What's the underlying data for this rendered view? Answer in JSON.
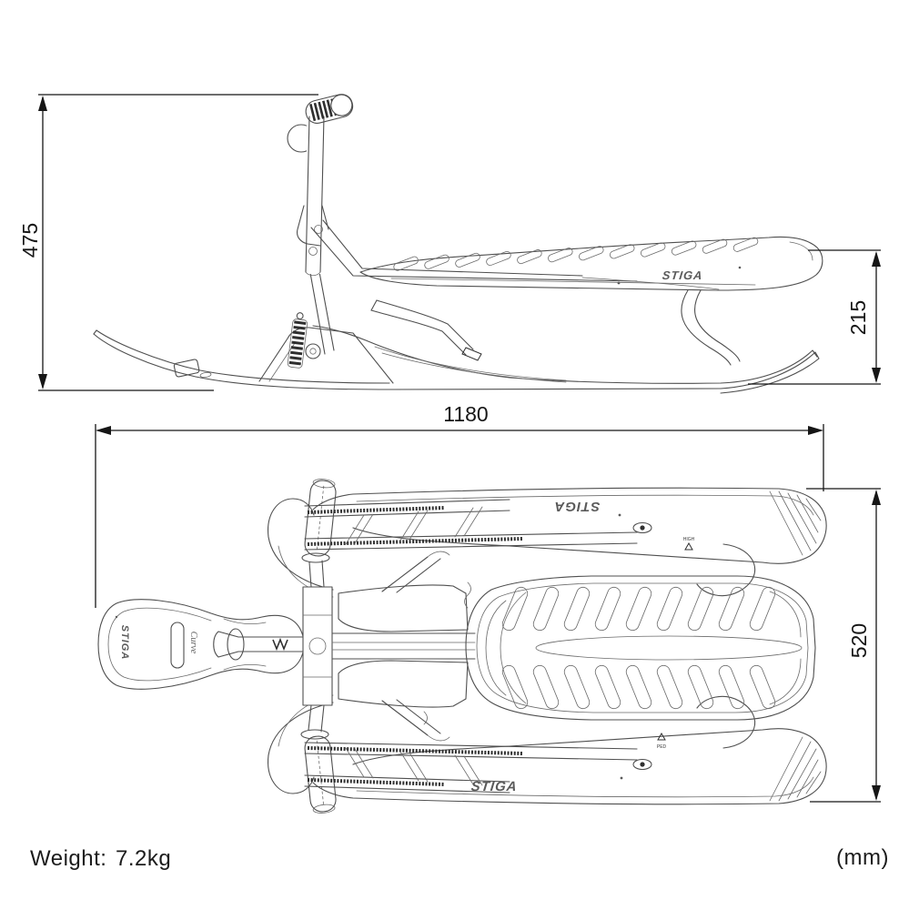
{
  "page": {
    "background": "#ffffff"
  },
  "annotations": {
    "dim_height": "475",
    "dim_seat_height": "215",
    "dim_length": "1180",
    "dim_width": "520",
    "weight_label": "Weight:",
    "weight_value": "7.2kg",
    "units_note": "(mm)"
  },
  "branding": {
    "logo_seat_side": "STIGA",
    "logo_ski_top": "STIGA",
    "logo_ski_script": "Curve",
    "logo_runner_upper": "STIGA",
    "logo_runner_lower": "STIGA",
    "mark_runner_upper": "HIGH",
    "mark_runner_lower": "PED"
  },
  "colors": {
    "line": "#4f4f4f",
    "dimension": "#161616",
    "dark_detail": "#2f2f2f",
    "background": "#ffffff"
  }
}
